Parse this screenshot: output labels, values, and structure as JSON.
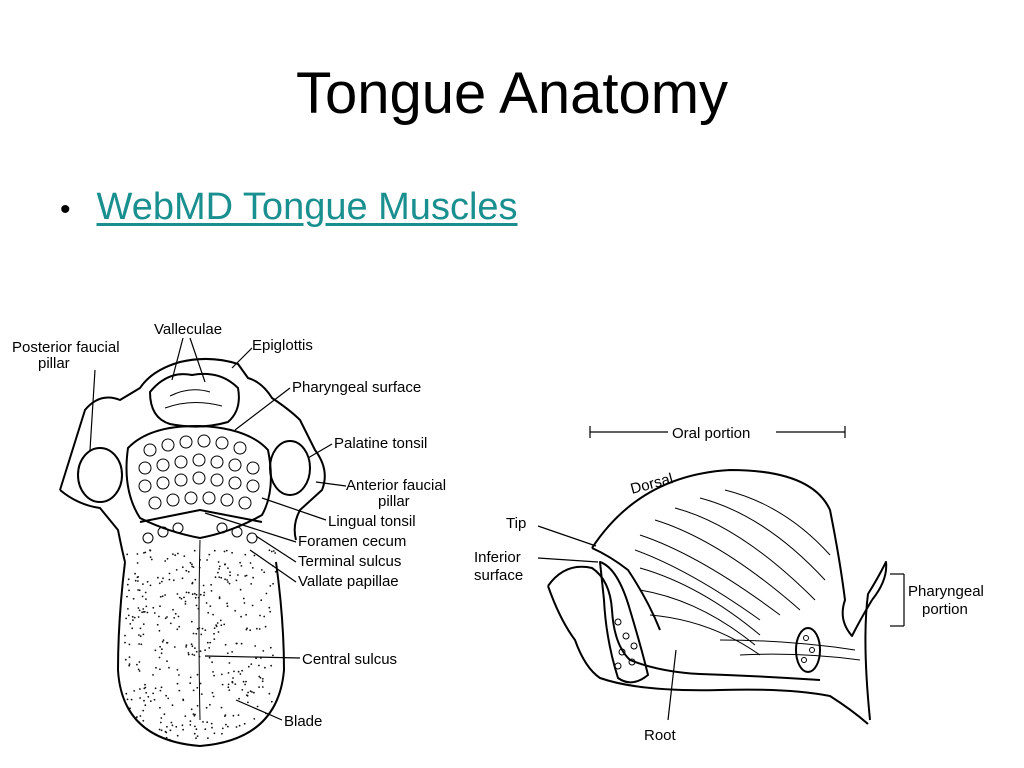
{
  "slide": {
    "title": "Tongue Anatomy",
    "bullet_char": "•",
    "link_text": "WebMD Tongue Muscles"
  },
  "diagram_top": {
    "labels": {
      "posterior_faucial_pillar_1": "Posterior faucial",
      "posterior_faucial_pillar_2": "pillar",
      "valleculae": "Valleculae",
      "epiglottis": "Epiglottis",
      "pharyngeal_surface": "Pharyngeal surface",
      "palatine_tonsil": "Palatine tonsil",
      "anterior_faucial_pillar_1": "Anterior faucial",
      "anterior_faucial_pillar_2": "pillar",
      "lingual_tonsil": "Lingual tonsil",
      "foramen_cecum": "Foramen cecum",
      "terminal_sulcus": "Terminal sulcus",
      "vallate_papillae": "Vallate papillae",
      "central_sulcus": "Central sulcus",
      "blade": "Blade"
    }
  },
  "diagram_side": {
    "labels": {
      "oral_portion": "Oral portion",
      "dorsal": "Dorsal",
      "tip": "Tip",
      "inferior_surface_1": "Inferior",
      "inferior_surface_2": "surface",
      "pharyngeal_portion_1": "Pharyngeal",
      "pharyngeal_portion_2": "portion",
      "root": "Root"
    }
  },
  "colors": {
    "link": "#1a8f8f",
    "text": "#000000",
    "background": "#ffffff"
  }
}
